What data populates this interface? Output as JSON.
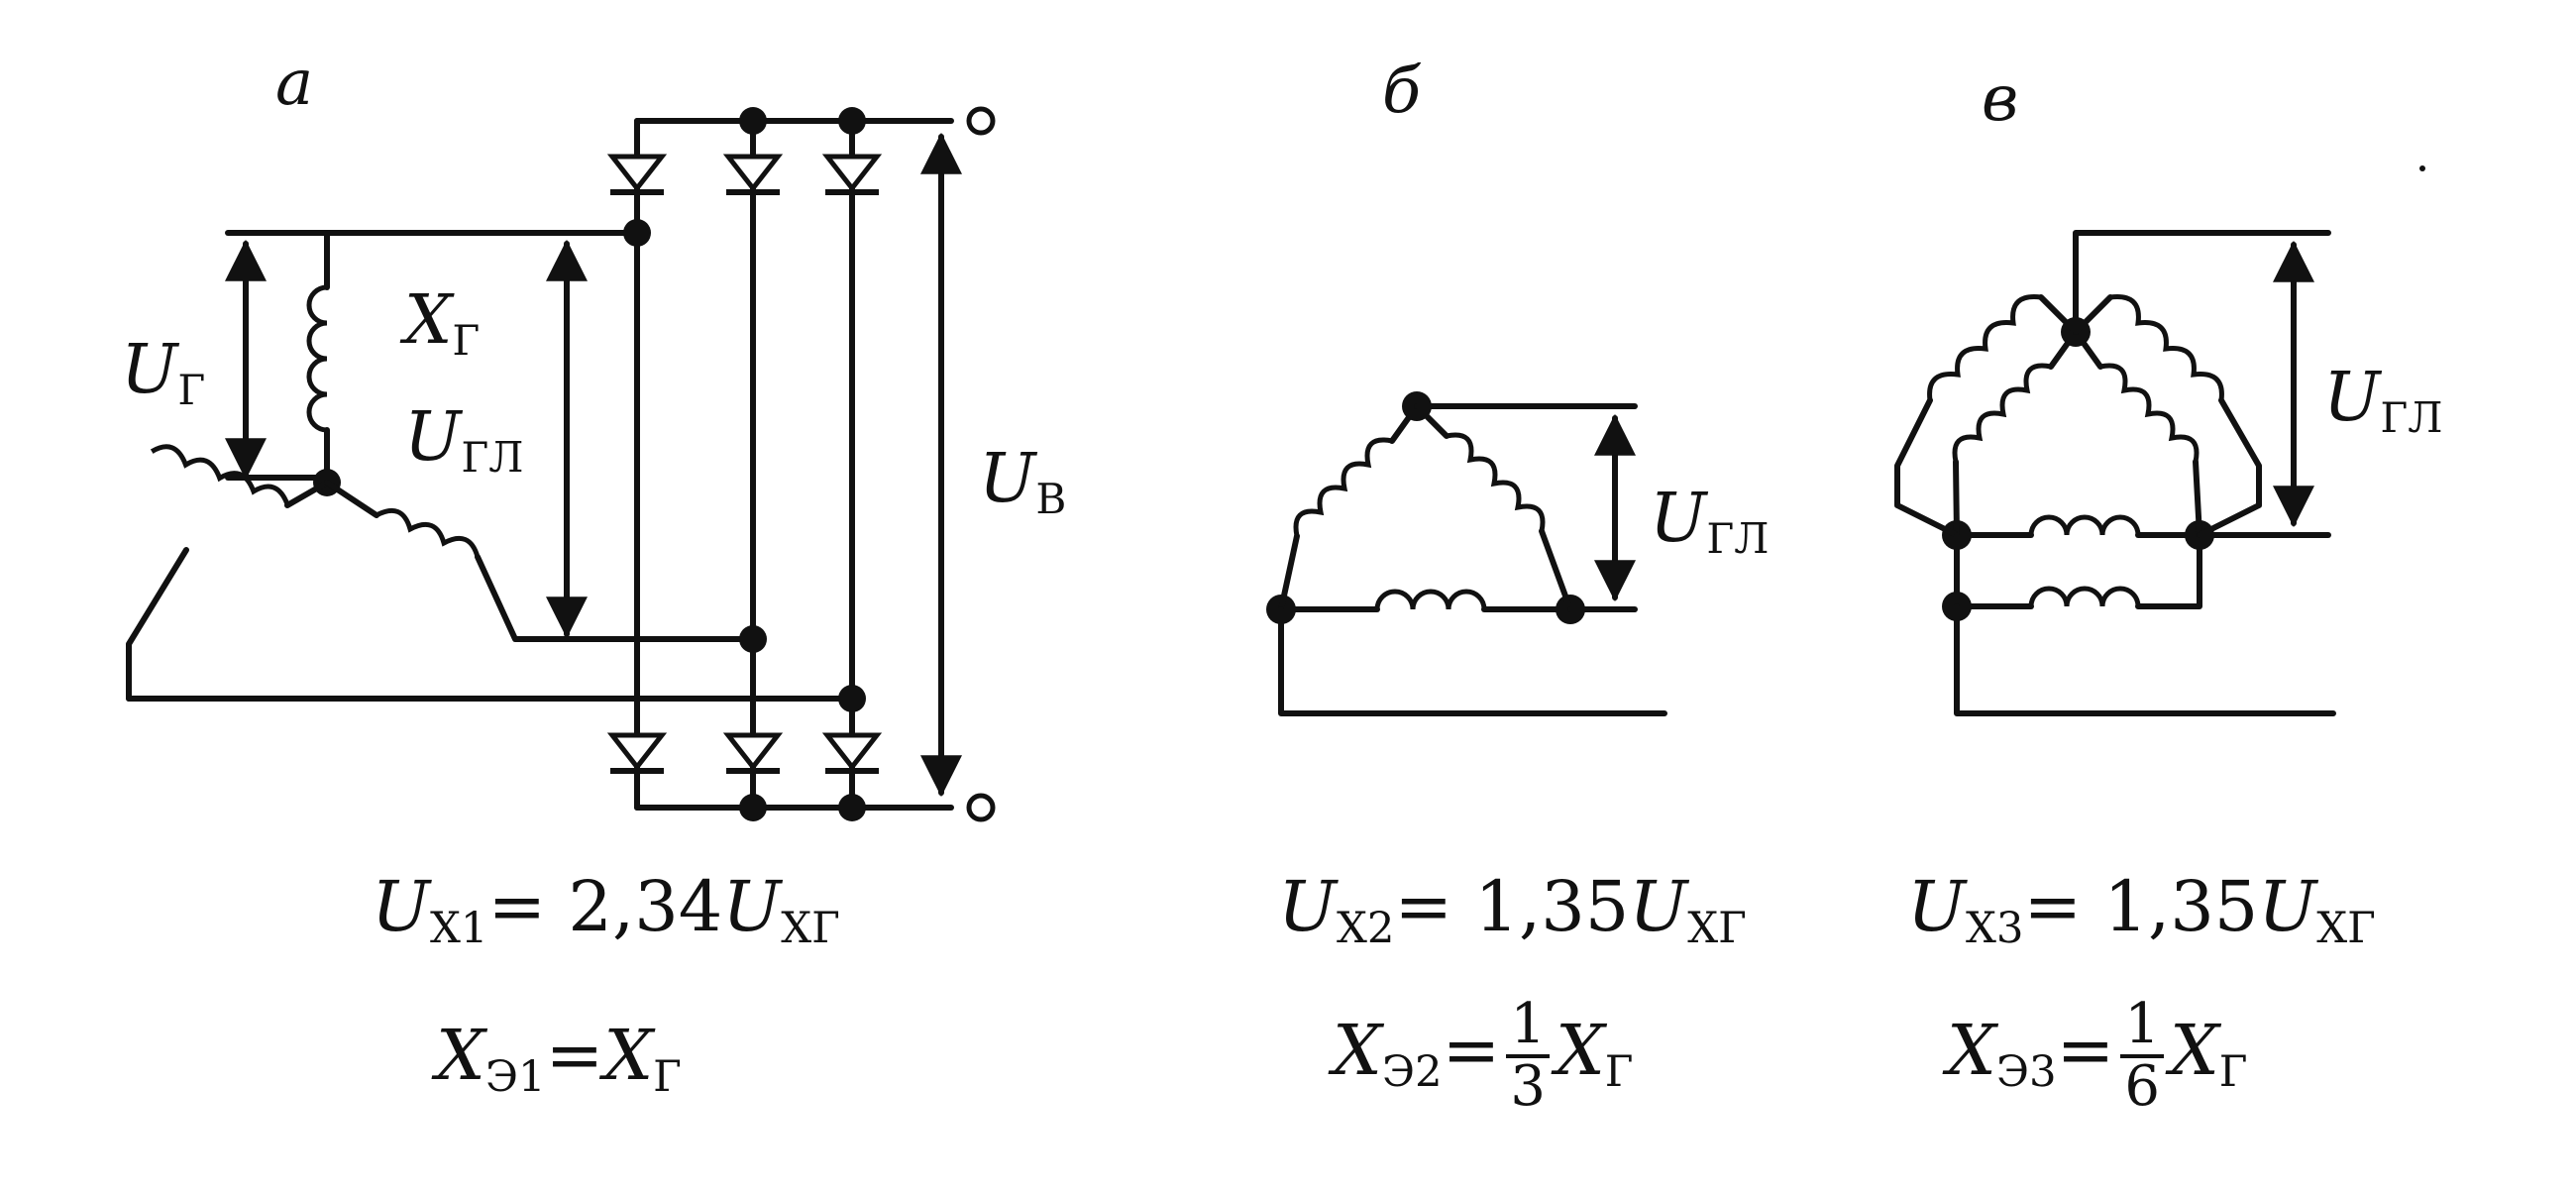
{
  "panels": {
    "a": {
      "letter": "a",
      "labels": {
        "u_g": {
          "main": "U",
          "sub": "Г"
        },
        "x_g": {
          "main": "X",
          "sub": "Г"
        },
        "u_gl": {
          "main": "U",
          "sub": "ГЛ"
        },
        "u_v": {
          "main": "U",
          "sub": "В"
        }
      },
      "formulas": {
        "line1": {
          "lhs": "U",
          "lhs_sub": "X1",
          "eq": "= 2,34",
          "rhs": "U",
          "rhs_sub": "XГ"
        },
        "line2": {
          "lhs": "X",
          "lhs_sub": "Э1",
          "eq": "=",
          "rhs": "X",
          "rhs_sub": "Г"
        }
      }
    },
    "b": {
      "letter": "б",
      "labels": {
        "u_gl": {
          "main": "U",
          "sub": "ГЛ"
        }
      },
      "formulas": {
        "line1": {
          "lhs": "U",
          "lhs_sub": "X2",
          "eq": "= 1,35",
          "rhs": "U",
          "rhs_sub": "XГ"
        },
        "line2": {
          "lhs": "X",
          "lhs_sub": "Э2",
          "eq": "=",
          "num": "1",
          "den": "3",
          "rhs": "X",
          "rhs_sub": "Г"
        }
      }
    },
    "c": {
      "letter": "в",
      "labels": {
        "u_gl": {
          "main": "U",
          "sub": "ГЛ"
        }
      },
      "formulas": {
        "line1": {
          "lhs": "U",
          "lhs_sub": "X3",
          "eq": "= 1,35",
          "rhs": "U",
          "rhs_sub": "XГ"
        },
        "line2": {
          "lhs": "X",
          "lhs_sub": "Э3",
          "eq": "=",
          "num": "1",
          "den": "6",
          "rhs": "X",
          "rhs_sub": "Г"
        }
      }
    }
  }
}
